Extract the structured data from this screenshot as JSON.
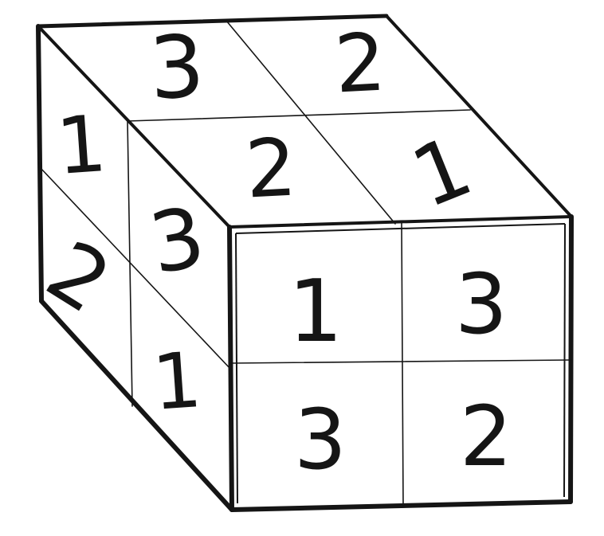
{
  "cube": {
    "faces": {
      "top": {
        "cells": [
          {
            "value": "3"
          },
          {
            "value": "2"
          },
          {
            "value": "2"
          },
          {
            "value": "1"
          }
        ]
      },
      "left": {
        "cells": [
          {
            "value": "1"
          },
          {
            "value": "3"
          },
          {
            "value": "2"
          },
          {
            "value": "1"
          }
        ]
      },
      "front": {
        "cells": [
          {
            "value": "1"
          },
          {
            "value": "3"
          },
          {
            "value": "3"
          },
          {
            "value": "2"
          }
        ]
      }
    },
    "colors": {
      "line": "#151515",
      "background": "#ffffff"
    }
  }
}
